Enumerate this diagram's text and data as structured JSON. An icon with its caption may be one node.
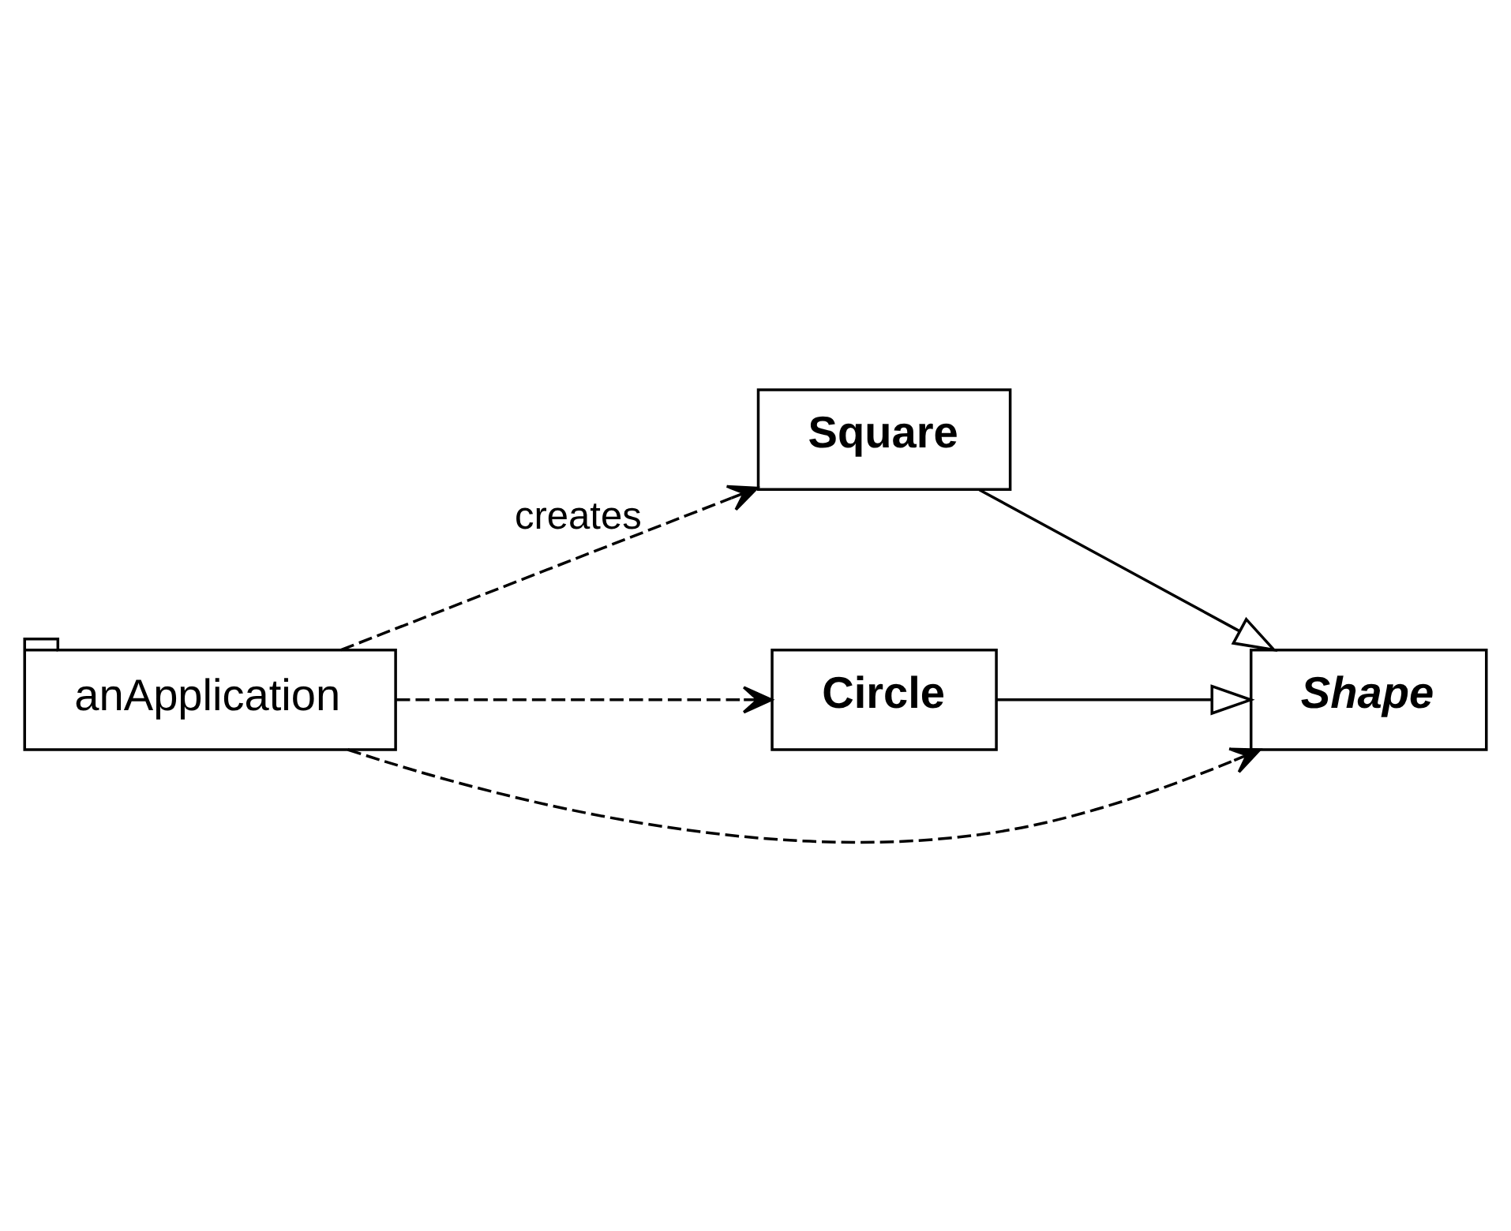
{
  "diagram": {
    "nodes": [
      {
        "text": [
          "anApplication"
        ]
      },
      {
        "text": [
          "Square"
        ]
      },
      {
        "text": [
          "Circle"
        ]
      },
      {
        "text": [
          "Shape"
        ]
      }
    ],
    "edges": [
      {
        "from": 0,
        "to": 1,
        "arrow": "to",
        "style": "dashed",
        "label": "creates"
      },
      {
        "from": 0,
        "to": 2,
        "arrow": "to",
        "style": "dashed"
      },
      {
        "from": 0,
        "to": 3,
        "arrow": "to",
        "style": "dashed"
      },
      {
        "from": 1,
        "to": 3,
        "arrow": "to"
      },
      {
        "from": 2,
        "to": 3,
        "arrow": "to"
      }
    ]
  }
}
